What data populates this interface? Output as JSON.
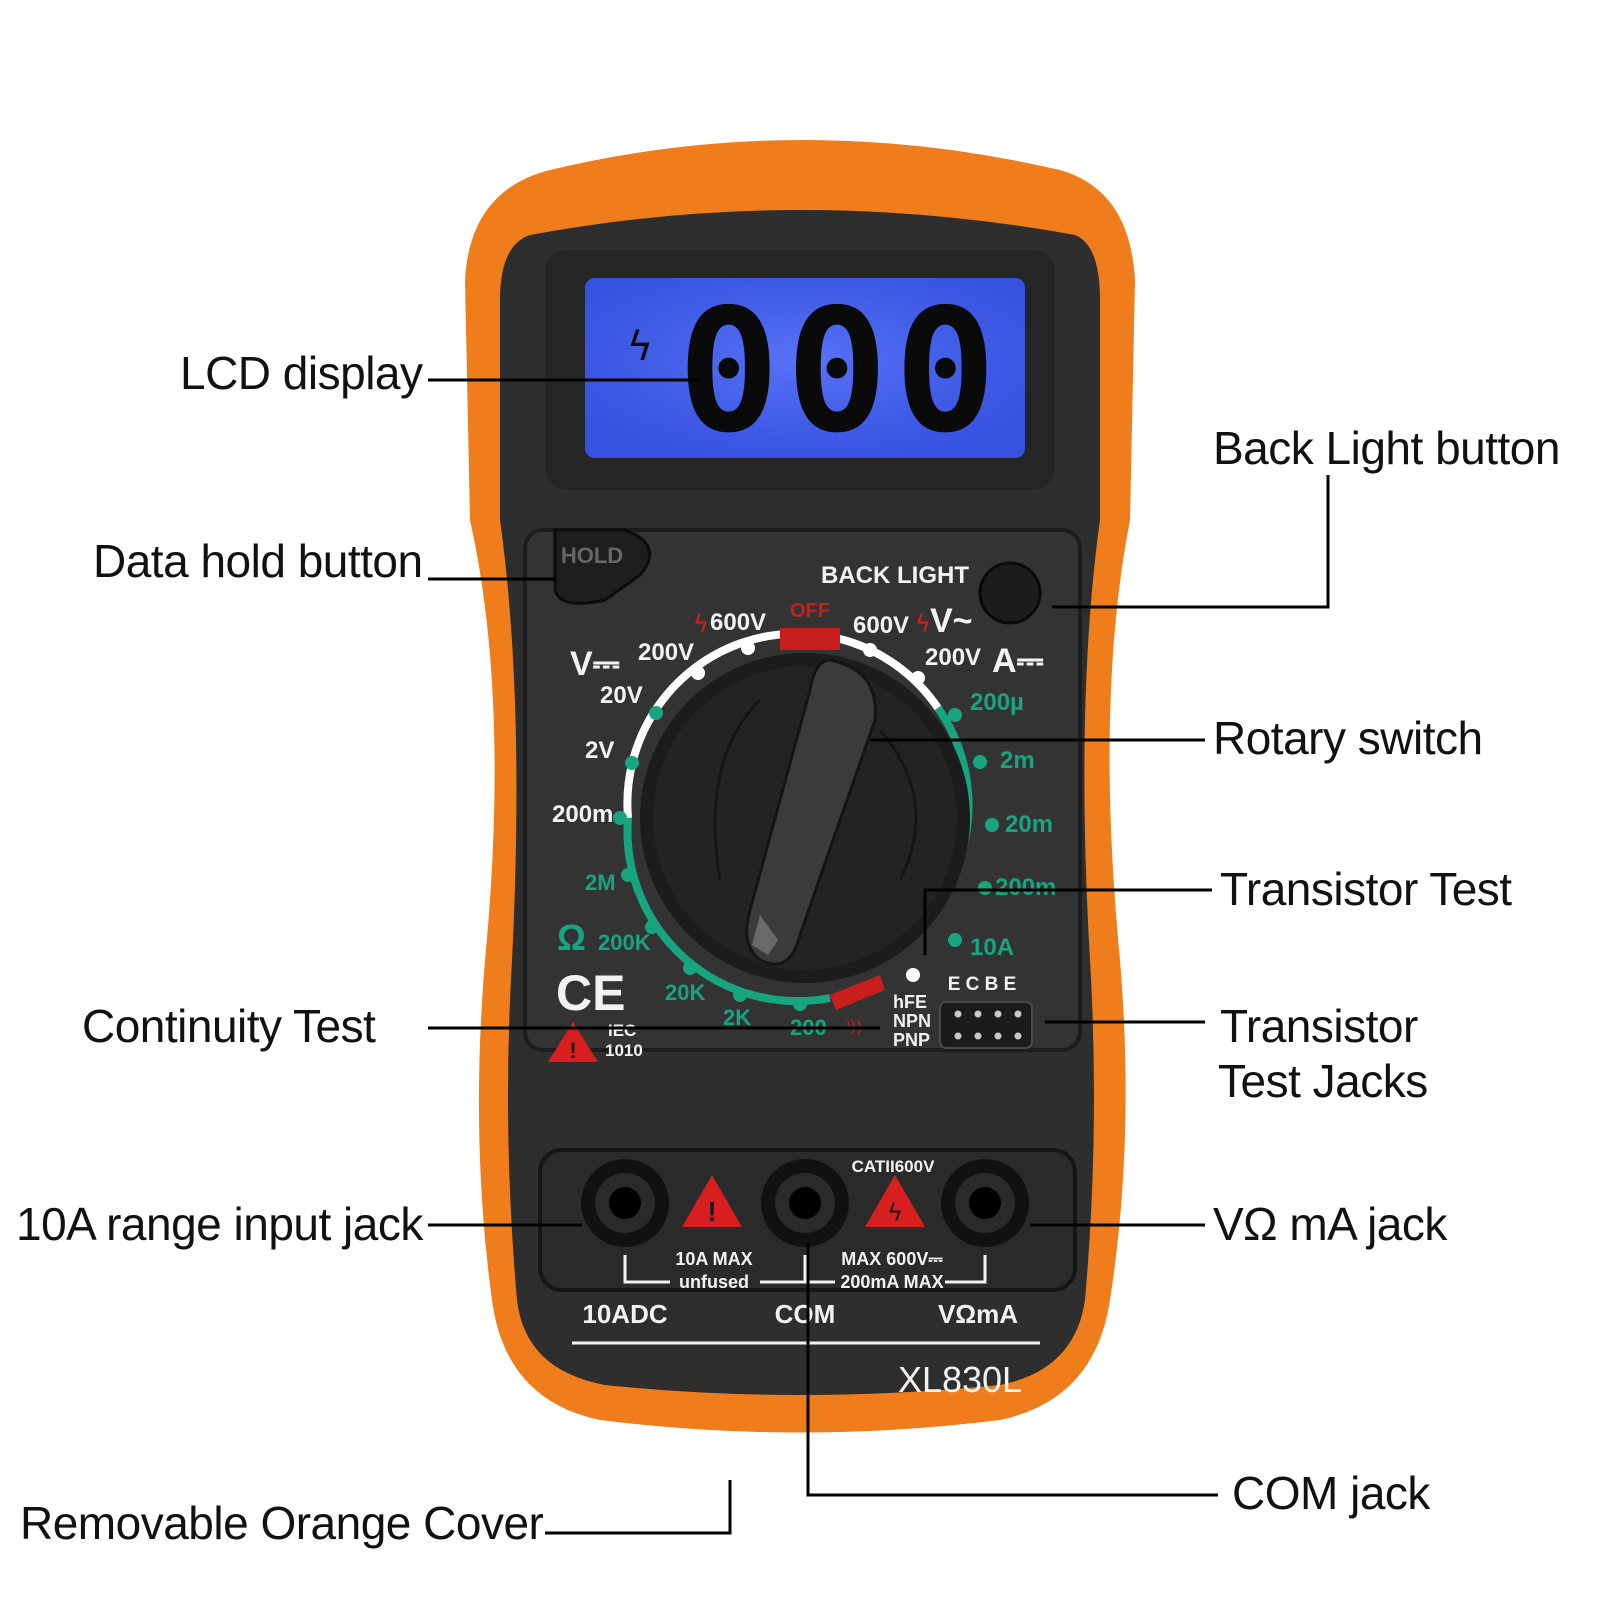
{
  "callouts": {
    "lcd_display": "LCD display",
    "data_hold_button": "Data hold button",
    "back_light_button": "Back Light button",
    "rotary_switch": "Rotary switch",
    "transistor_test": "Transistor Test",
    "continuity_test": "Continuity Test",
    "transistor_test_jacks_line1": "Transistor",
    "transistor_test_jacks_line2": "Test Jacks",
    "tenA_range_input_jack": "10A range input jack",
    "vohm_ma_jack": "VΩ mA jack",
    "removable_orange_cover": "Removable Orange Cover",
    "com_jack": "COM jack"
  },
  "meter": {
    "lcd_reading": "000",
    "lcd_symbol": "ϟ",
    "hold_label": "HOLD",
    "backlight_label": "BACK LIGHT",
    "model": "XL830L",
    "colors": {
      "case": "#f07d1c",
      "body": "#2e2e2e",
      "lcd": "#3d5cf0",
      "dial_green": "#17a57f",
      "warning_red": "#d81e1e"
    },
    "dial": {
      "off_label": "OFF",
      "dcv_symbol": "V⎓",
      "acv_symbol": "V~",
      "dca_symbol": "A⎓",
      "ohm_symbol": "Ω",
      "dcv_ranges": [
        "600V",
        "200V",
        "20V",
        "2V",
        "200m"
      ],
      "acv_ranges": [
        "600V",
        "200V"
      ],
      "dca_ranges": [
        "200µ",
        "2m",
        "20m",
        "200m",
        "10A"
      ],
      "ohm_ranges": [
        "2M",
        "200K",
        "20K",
        "2K",
        "200"
      ],
      "hfe_lines": [
        "hFE",
        "NPN",
        "PNP"
      ],
      "socket_label": "E C B E",
      "ce_mark": "CE",
      "iec_lines": [
        "IEC",
        "1010"
      ]
    },
    "jacks": {
      "cat_rating": "CATII600V",
      "left_warning_lines": [
        "10A MAX",
        "unfused"
      ],
      "right_warning_lines": [
        "MAX 600V⎓",
        "200mA MAX"
      ],
      "labels": [
        "10ADC",
        "COM",
        "VΩmA"
      ]
    }
  }
}
